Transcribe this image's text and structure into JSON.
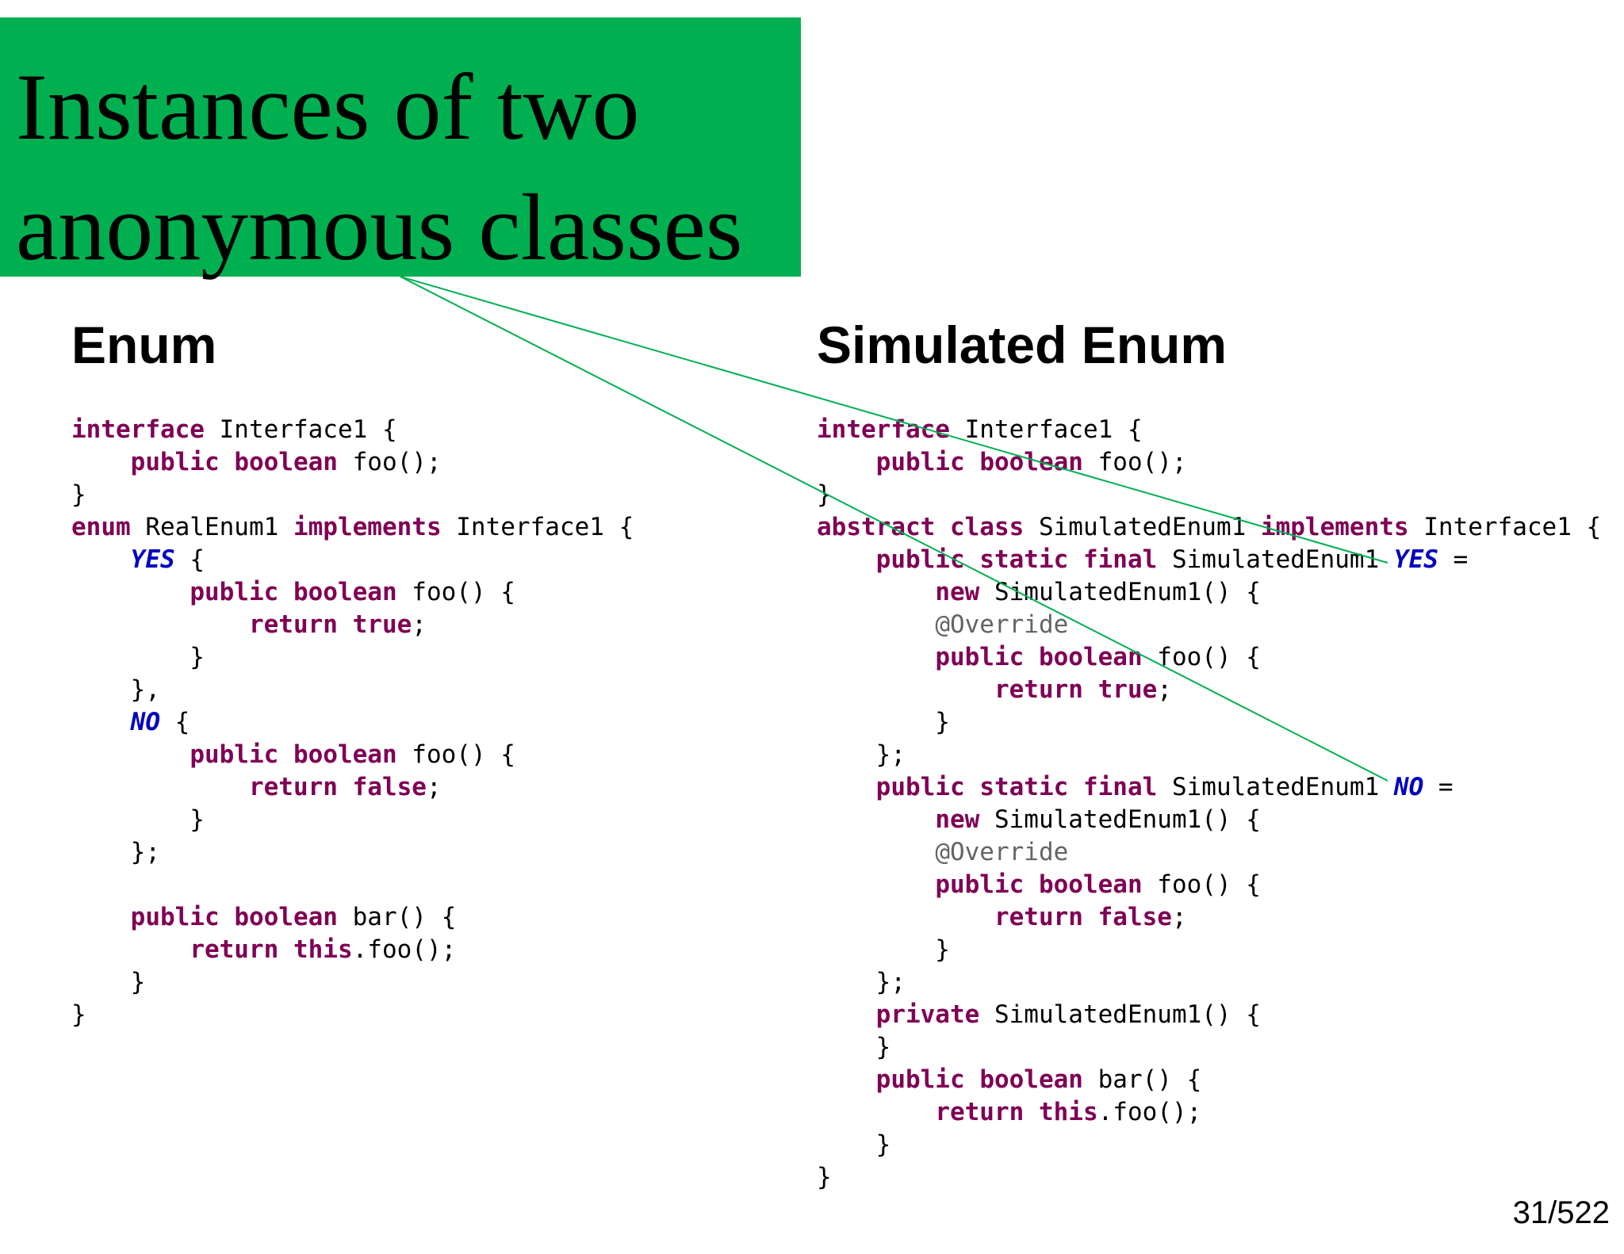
{
  "slide": {
    "title_line_1": "Instances of two",
    "title_line_2": "anonymous classes",
    "accent_color": "#00b050",
    "page_number": "31/522"
  },
  "left": {
    "heading": "Enum",
    "code_lines": [
      [
        {
          "t": "interface",
          "s": "kw"
        },
        {
          "t": " Interface1 {"
        }
      ],
      [
        {
          "t": "    "
        },
        {
          "t": "public",
          "s": "kw"
        },
        {
          "t": " "
        },
        {
          "t": "boolean",
          "s": "kw"
        },
        {
          "t": " foo();"
        }
      ],
      [
        {
          "t": "}"
        }
      ],
      [
        {
          "t": "enum",
          "s": "kw"
        },
        {
          "t": " RealEnum1 "
        },
        {
          "t": "implements",
          "s": "kw"
        },
        {
          "t": " Interface1 {"
        }
      ],
      [
        {
          "t": "    "
        },
        {
          "t": "YES",
          "s": "const"
        },
        {
          "t": " {"
        }
      ],
      [
        {
          "t": "        "
        },
        {
          "t": "public",
          "s": "kw"
        },
        {
          "t": " "
        },
        {
          "t": "boolean",
          "s": "kw"
        },
        {
          "t": " foo() {"
        }
      ],
      [
        {
          "t": "            "
        },
        {
          "t": "return",
          "s": "kw"
        },
        {
          "t": " "
        },
        {
          "t": "true",
          "s": "kw"
        },
        {
          "t": ";"
        }
      ],
      [
        {
          "t": "        }"
        }
      ],
      [
        {
          "t": "    },"
        }
      ],
      [
        {
          "t": "    "
        },
        {
          "t": "NO",
          "s": "const"
        },
        {
          "t": " {"
        }
      ],
      [
        {
          "t": "        "
        },
        {
          "t": "public",
          "s": "kw"
        },
        {
          "t": " "
        },
        {
          "t": "boolean",
          "s": "kw"
        },
        {
          "t": " foo() {"
        }
      ],
      [
        {
          "t": "            "
        },
        {
          "t": "return",
          "s": "kw"
        },
        {
          "t": " "
        },
        {
          "t": "false",
          "s": "kw"
        },
        {
          "t": ";"
        }
      ],
      [
        {
          "t": "        }"
        }
      ],
      [
        {
          "t": "    };"
        }
      ],
      [
        {
          "t": ""
        }
      ],
      [
        {
          "t": "    "
        },
        {
          "t": "public",
          "s": "kw"
        },
        {
          "t": " "
        },
        {
          "t": "boolean",
          "s": "kw"
        },
        {
          "t": " bar() {"
        }
      ],
      [
        {
          "t": "        "
        },
        {
          "t": "return",
          "s": "kw"
        },
        {
          "t": " "
        },
        {
          "t": "this",
          "s": "kw"
        },
        {
          "t": ".foo();"
        }
      ],
      [
        {
          "t": "    }"
        }
      ],
      [
        {
          "t": "}"
        }
      ]
    ]
  },
  "right": {
    "heading": "Simulated Enum",
    "code_lines": [
      [
        {
          "t": "interface",
          "s": "kw"
        },
        {
          "t": " Interface1 {"
        }
      ],
      [
        {
          "t": "    "
        },
        {
          "t": "public",
          "s": "kw"
        },
        {
          "t": " "
        },
        {
          "t": "boolean",
          "s": "kw"
        },
        {
          "t": " foo();"
        }
      ],
      [
        {
          "t": "}"
        }
      ],
      [
        {
          "t": "abstract",
          "s": "kw"
        },
        {
          "t": " "
        },
        {
          "t": "class",
          "s": "kw"
        },
        {
          "t": " SimulatedEnum1 "
        },
        {
          "t": "implements",
          "s": "kw"
        },
        {
          "t": " Interface1 {"
        }
      ],
      [
        {
          "t": "    "
        },
        {
          "t": "public",
          "s": "kw"
        },
        {
          "t": " "
        },
        {
          "t": "static",
          "s": "kw"
        },
        {
          "t": " "
        },
        {
          "t": "final",
          "s": "kw"
        },
        {
          "t": " SimulatedEnum1 "
        },
        {
          "t": "YES",
          "s": "const"
        },
        {
          "t": " ="
        }
      ],
      [
        {
          "t": "        "
        },
        {
          "t": "new",
          "s": "kw"
        },
        {
          "t": " SimulatedEnum1() {"
        }
      ],
      [
        {
          "t": "        "
        },
        {
          "t": "@Override",
          "s": "ann"
        }
      ],
      [
        {
          "t": "        "
        },
        {
          "t": "public",
          "s": "kw"
        },
        {
          "t": " "
        },
        {
          "t": "boolean",
          "s": "kw"
        },
        {
          "t": " foo() {"
        }
      ],
      [
        {
          "t": "            "
        },
        {
          "t": "return",
          "s": "kw"
        },
        {
          "t": " "
        },
        {
          "t": "true",
          "s": "kw"
        },
        {
          "t": ";"
        }
      ],
      [
        {
          "t": "        }"
        }
      ],
      [
        {
          "t": "    };"
        }
      ],
      [
        {
          "t": "    "
        },
        {
          "t": "public",
          "s": "kw"
        },
        {
          "t": " "
        },
        {
          "t": "static",
          "s": "kw"
        },
        {
          "t": " "
        },
        {
          "t": "final",
          "s": "kw"
        },
        {
          "t": " SimulatedEnum1 "
        },
        {
          "t": "NO",
          "s": "const"
        },
        {
          "t": " ="
        }
      ],
      [
        {
          "t": "        "
        },
        {
          "t": "new",
          "s": "kw"
        },
        {
          "t": " SimulatedEnum1() {"
        }
      ],
      [
        {
          "t": "        "
        },
        {
          "t": "@Override",
          "s": "ann"
        }
      ],
      [
        {
          "t": "        "
        },
        {
          "t": "public",
          "s": "kw"
        },
        {
          "t": " "
        },
        {
          "t": "boolean",
          "s": "kw"
        },
        {
          "t": " foo() {"
        }
      ],
      [
        {
          "t": "            "
        },
        {
          "t": "return",
          "s": "kw"
        },
        {
          "t": " "
        },
        {
          "t": "false",
          "s": "kw"
        },
        {
          "t": ";"
        }
      ],
      [
        {
          "t": "        }"
        }
      ],
      [
        {
          "t": "    };"
        }
      ],
      [
        {
          "t": "    "
        },
        {
          "t": "private",
          "s": "kw"
        },
        {
          "t": " SimulatedEnum1() {"
        }
      ],
      [
        {
          "t": "    }"
        }
      ],
      [
        {
          "t": "    "
        },
        {
          "t": "public",
          "s": "kw"
        },
        {
          "t": " "
        },
        {
          "t": "boolean",
          "s": "kw"
        },
        {
          "t": " bar() {"
        }
      ],
      [
        {
          "t": "        "
        },
        {
          "t": "return",
          "s": "kw"
        },
        {
          "t": " "
        },
        {
          "t": "this",
          "s": "kw"
        },
        {
          "t": ".foo();"
        }
      ],
      [
        {
          "t": "    }"
        }
      ],
      [
        {
          "t": "}"
        }
      ]
    ]
  },
  "colors": {
    "keyword": "#7f0055",
    "constant": "#0000c0",
    "annotation": "#646464",
    "connector_line": "#00b050"
  }
}
